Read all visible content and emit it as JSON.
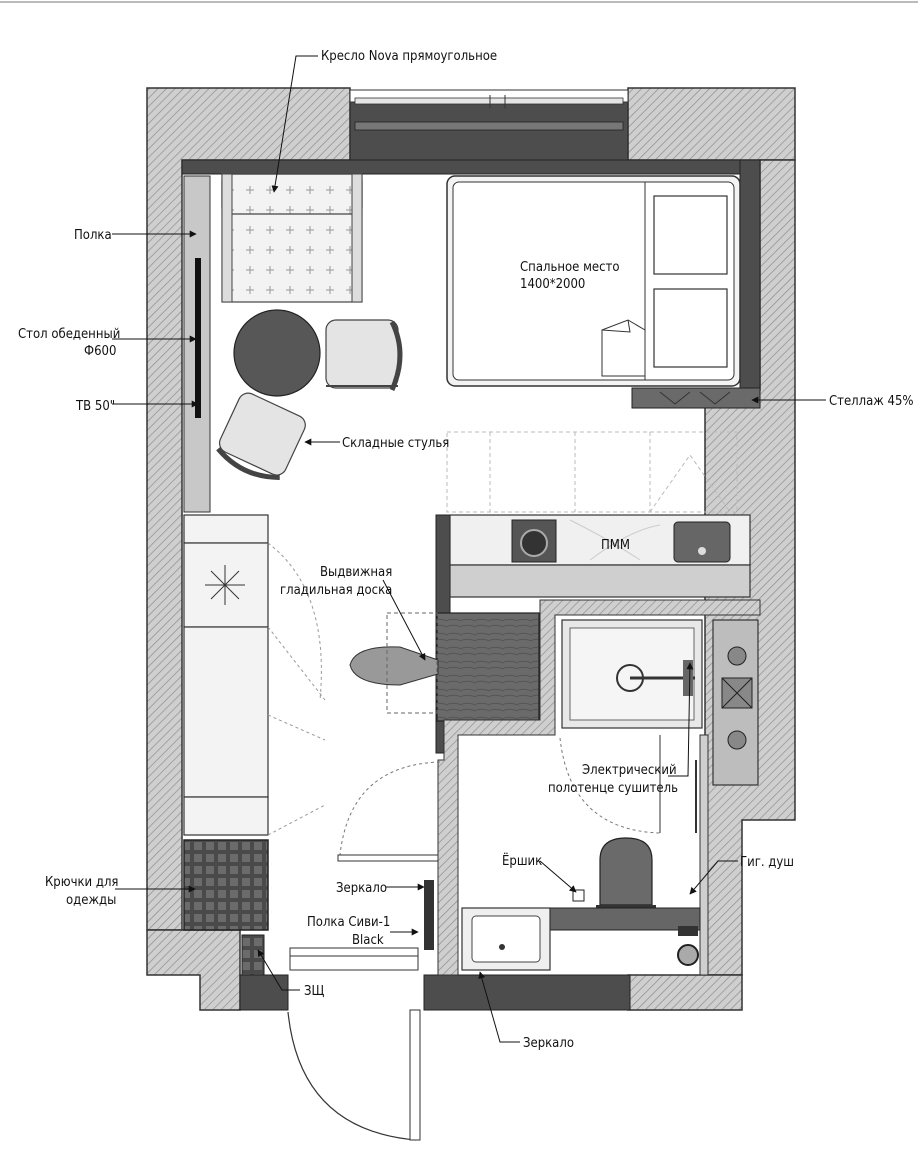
{
  "labels": {
    "armchair": "Кресло Nova прямоугольное",
    "shelf": "Полка",
    "table_line1": "Стол обеденный",
    "table_line2": "Ф600",
    "tv": "TB 50\"",
    "bed_line1": "Спальное место",
    "bed_line2": "1400*2000",
    "rack": "Стеллаж 45%",
    "chairs": "Складные стулья",
    "dishwasher": "ПММ",
    "ironing_line1": "Выдвижная",
    "ironing_line2": "гладильная доска",
    "towel_line1": "Электрический",
    "towel_line2": "полотенце сушитель",
    "brush": "Ёршик",
    "hyg_shower": "Гиг. душ",
    "hooks_line1": "Крючки для",
    "hooks_line2": "одежды",
    "mirror_top": "Зеркало",
    "shelf_sivi_line1": "Полка Сиви-1",
    "shelf_sivi_line2": "Black",
    "zsch": "ЗЩ",
    "mirror_bottom": "Зеркало"
  }
}
